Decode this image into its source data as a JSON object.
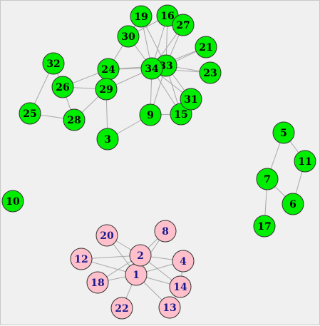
{
  "colors": {
    "green_fill": "#00ee00",
    "green_text": "#000000",
    "pink_fill": "#ffc0cb",
    "pink_text": "#1a1a8c",
    "edge": "#a8a8a8",
    "background": "#f0f0f0"
  },
  "nodes": [
    {
      "id": "1",
      "group": "pink"
    },
    {
      "id": "2",
      "group": "pink"
    },
    {
      "id": "3",
      "group": "green"
    },
    {
      "id": "4",
      "group": "pink"
    },
    {
      "id": "5",
      "group": "green"
    },
    {
      "id": "6",
      "group": "green"
    },
    {
      "id": "7",
      "group": "green"
    },
    {
      "id": "8",
      "group": "pink"
    },
    {
      "id": "9",
      "group": "green"
    },
    {
      "id": "10",
      "group": "green"
    },
    {
      "id": "11",
      "group": "green"
    },
    {
      "id": "12",
      "group": "pink"
    },
    {
      "id": "13",
      "group": "pink"
    },
    {
      "id": "14",
      "group": "pink"
    },
    {
      "id": "15",
      "group": "green"
    },
    {
      "id": "16",
      "group": "green"
    },
    {
      "id": "17",
      "group": "green"
    },
    {
      "id": "18",
      "group": "pink"
    },
    {
      "id": "19",
      "group": "green"
    },
    {
      "id": "20",
      "group": "pink"
    },
    {
      "id": "21",
      "group": "green"
    },
    {
      "id": "22",
      "group": "pink"
    },
    {
      "id": "23",
      "group": "green"
    },
    {
      "id": "24",
      "group": "green"
    },
    {
      "id": "25",
      "group": "green"
    },
    {
      "id": "26",
      "group": "green"
    },
    {
      "id": "27",
      "group": "green"
    },
    {
      "id": "28",
      "group": "green"
    },
    {
      "id": "29",
      "group": "green"
    },
    {
      "id": "30",
      "group": "green"
    },
    {
      "id": "31",
      "group": "green"
    },
    {
      "id": "32",
      "group": "green"
    },
    {
      "id": "33",
      "group": "green"
    },
    {
      "id": "34",
      "group": "green"
    }
  ],
  "edges": [
    [
      "32",
      "26"
    ],
    [
      "32",
      "25"
    ],
    [
      "25",
      "28"
    ],
    [
      "26",
      "28"
    ],
    [
      "26",
      "29"
    ],
    [
      "26",
      "24"
    ],
    [
      "28",
      "29"
    ],
    [
      "24",
      "29"
    ],
    [
      "24",
      "34"
    ],
    [
      "24",
      "33"
    ],
    [
      "29",
      "3"
    ],
    [
      "29",
      "34"
    ],
    [
      "3",
      "9"
    ],
    [
      "9",
      "34"
    ],
    [
      "9",
      "33"
    ],
    [
      "9",
      "15"
    ],
    [
      "30",
      "19"
    ],
    [
      "30",
      "16"
    ],
    [
      "30",
      "34"
    ],
    [
      "30",
      "24"
    ],
    [
      "19",
      "33"
    ],
    [
      "19",
      "34"
    ],
    [
      "16",
      "34"
    ],
    [
      "16",
      "33"
    ],
    [
      "16",
      "27"
    ],
    [
      "27",
      "34"
    ],
    [
      "27",
      "33"
    ],
    [
      "21",
      "34"
    ],
    [
      "21",
      "33"
    ],
    [
      "23",
      "33"
    ],
    [
      "23",
      "34"
    ],
    [
      "31",
      "33"
    ],
    [
      "31",
      "34"
    ],
    [
      "31",
      "15"
    ],
    [
      "15",
      "33"
    ],
    [
      "15",
      "34"
    ],
    [
      "34",
      "33"
    ],
    [
      "5",
      "7"
    ],
    [
      "5",
      "11"
    ],
    [
      "11",
      "6"
    ],
    [
      "6",
      "7"
    ],
    [
      "7",
      "17"
    ],
    [
      "20",
      "2"
    ],
    [
      "20",
      "1"
    ],
    [
      "8",
      "2"
    ],
    [
      "8",
      "1"
    ],
    [
      "2",
      "4"
    ],
    [
      "2",
      "14"
    ],
    [
      "2",
      "18"
    ],
    [
      "2",
      "12"
    ],
    [
      "2",
      "1"
    ],
    [
      "1",
      "4"
    ],
    [
      "1",
      "12"
    ],
    [
      "1",
      "18"
    ],
    [
      "1",
      "14"
    ],
    [
      "1",
      "13"
    ],
    [
      "1",
      "22"
    ],
    [
      "4",
      "14"
    ]
  ]
}
